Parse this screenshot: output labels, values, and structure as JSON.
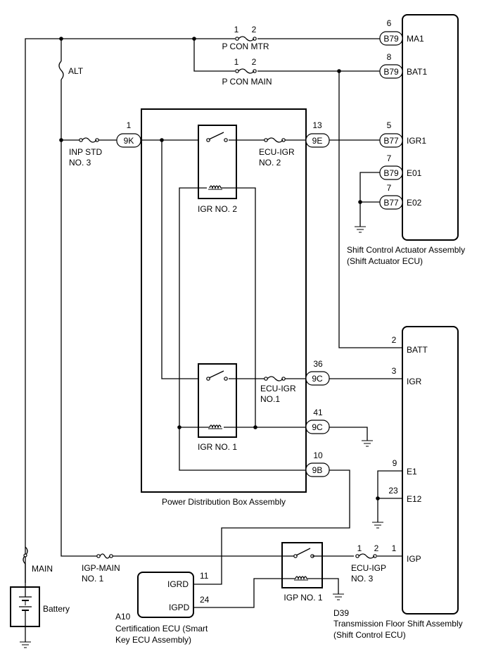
{
  "components": {
    "shift_actuator": {
      "line1": "Shift Control Actuator Assembly",
      "line2": "(Shift Actuator ECU)"
    },
    "transmission": {
      "code": "D39",
      "line1": "Transmission Floor Shift Assembly",
      "line2": "(Shift Control ECU)"
    },
    "certification": {
      "code": "A10",
      "line1": "Certification ECU (Smart",
      "line2": "Key ECU Assembly)"
    },
    "pdb": "Power Distribution Box Assembly",
    "battery": "Battery"
  },
  "relays": {
    "igr2": "IGR NO. 2",
    "igr1": "IGR NO. 1",
    "igp1": "IGP NO. 1"
  },
  "fuses": {
    "alt": "ALT",
    "main": "MAIN",
    "pcon_mtr": "P CON MTR",
    "pcon_main": "P CON MAIN",
    "inp_std_1": "INP STD",
    "inp_std_2": "NO. 3",
    "ecu_igr2_1": "ECU-IGR",
    "ecu_igr2_2": "NO. 2",
    "ecu_igr1_1": "ECU-IGR",
    "ecu_igr1_2": "NO.1",
    "igp_main_1": "IGP-MAIN",
    "igp_main_2": "NO. 1",
    "ecu_igp_1": "ECU-IGP",
    "ecu_igp_2": "NO. 3",
    "pin1": "1",
    "pin2": "2"
  },
  "connectors": {
    "b79": "B79",
    "b77": "B77",
    "c9k": "9K",
    "c9e": "9E",
    "c9c": "9C",
    "c9b": "9B"
  },
  "pins": {
    "ma1_num": "6",
    "ma1": "MA1",
    "bat1_num": "8",
    "bat1": "BAT1",
    "igr1_num": "5",
    "igr1": "IGR1",
    "e01_num": "7",
    "e01": "E01",
    "e02_num": "7",
    "e02": "E02",
    "batt_num": "2",
    "batt": "BATT",
    "igr_num": "3",
    "igr": "IGR",
    "e1_num": "9",
    "e1": "E1",
    "e12_num": "23",
    "e12": "E12",
    "igp_num": "1",
    "igp": "IGP",
    "k9_num": "1",
    "e9_num": "13",
    "c9_36": "36",
    "c9_41": "41",
    "b9_num": "10",
    "igrd_num": "11",
    "igrd": "IGRD",
    "igpd_num": "24",
    "igpd": "IGPD"
  }
}
